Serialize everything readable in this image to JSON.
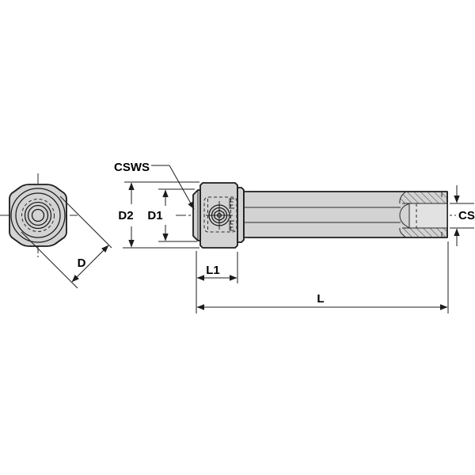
{
  "drawing": {
    "labels": {
      "csws": "CSWS",
      "d2": "D2",
      "d1": "D1",
      "d": "D",
      "l1": "L1",
      "l": "L",
      "cs": "CS"
    }
  },
  "colors": {
    "background": "#ffffff",
    "metal_fill": "#d3d3d3",
    "slot_fill": "#e2e2e2",
    "line": "#1c1c1c"
  }
}
